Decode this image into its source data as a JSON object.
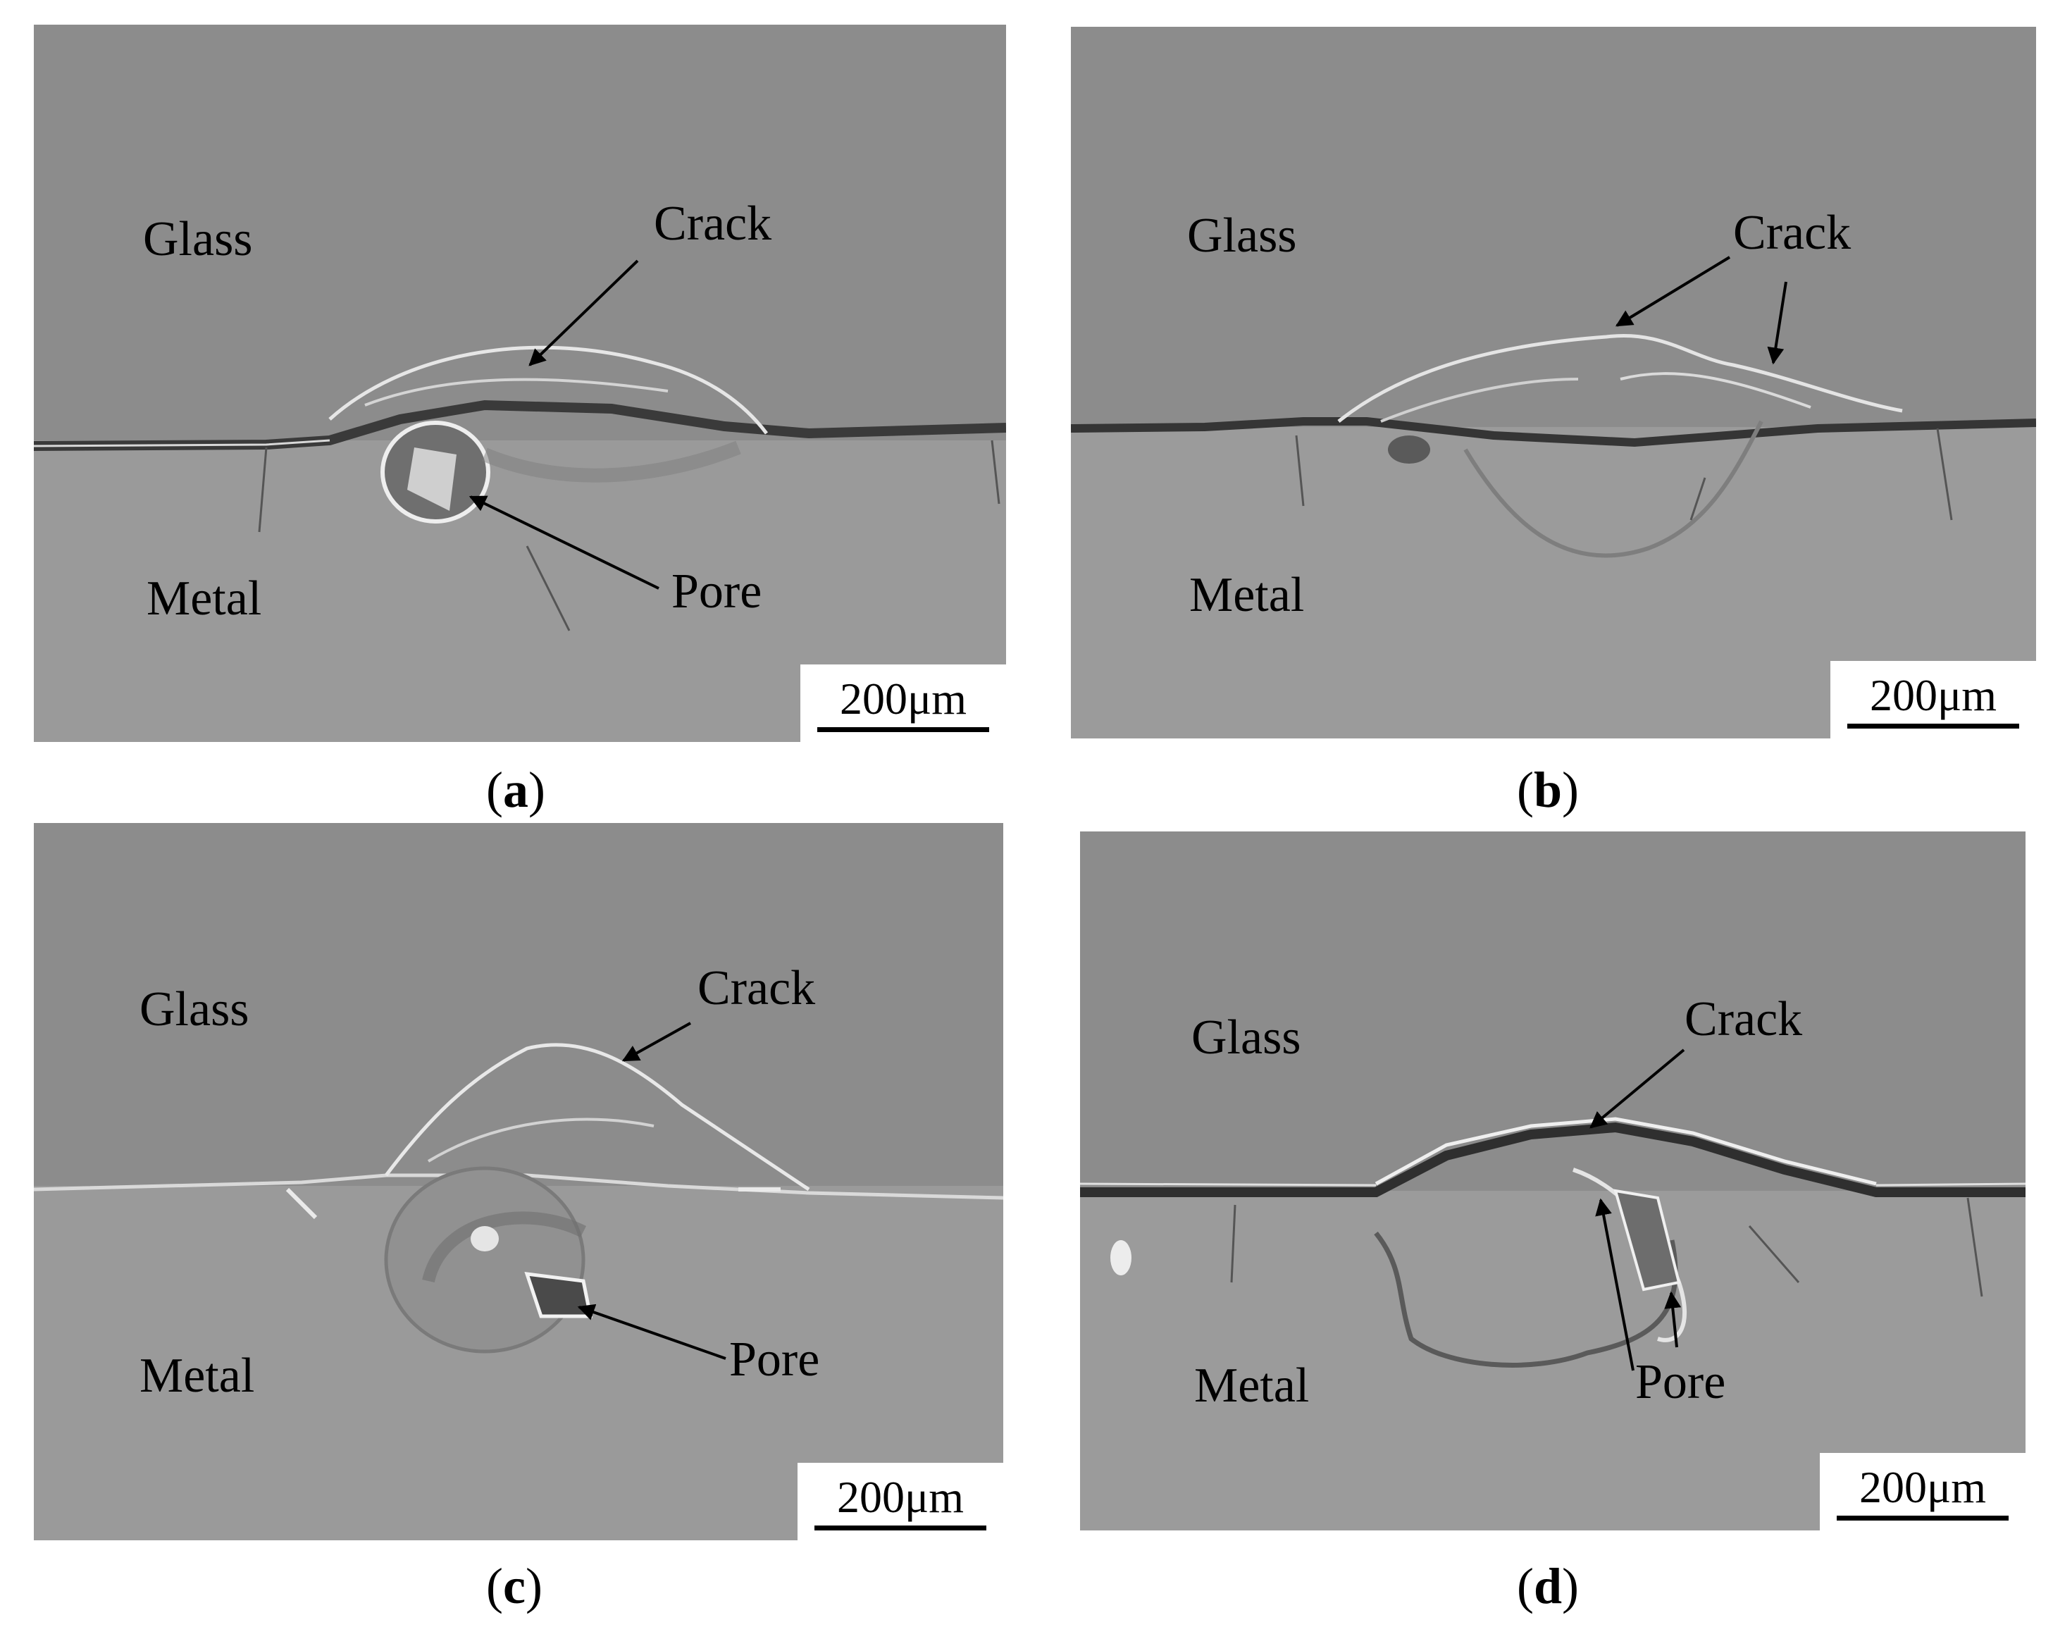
{
  "panels": [
    {
      "id": "a",
      "caption": "a",
      "glass": "Glass",
      "metal": "Metal",
      "crack": "Crack",
      "pore": "Pore",
      "scale": "200μm"
    },
    {
      "id": "b",
      "caption": "b",
      "glass": "Glass",
      "metal": "Metal",
      "crack": "Crack",
      "scale": "200μm"
    },
    {
      "id": "c",
      "caption": "c",
      "glass": "Glass",
      "metal": "Metal",
      "crack": "Crack",
      "pore": "Pore",
      "scale": "200μm"
    },
    {
      "id": "d",
      "caption": "d",
      "glass": "Glass",
      "metal": "Metal",
      "crack": "Crack",
      "pore": "Pore",
      "scale": "200μm"
    }
  ],
  "colors": {
    "glass": "#8d8d8d",
    "metal": "#9b9b9b",
    "background": "#ffffff"
  }
}
